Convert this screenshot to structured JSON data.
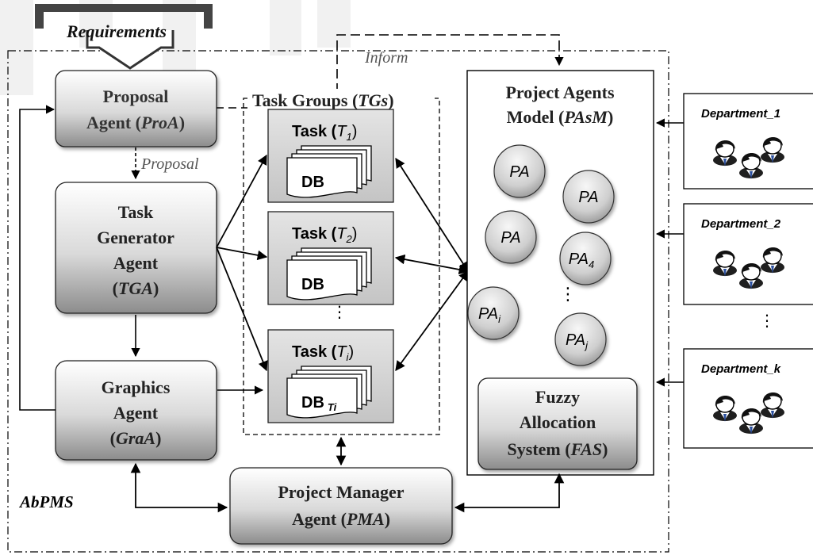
{
  "requirements": "Requirements",
  "inform": "Inform",
  "proposal_label": "Proposal",
  "system_name": "AbPMS",
  "proposal_agent": {
    "l1": "Proposal",
    "l2a": "Agent (",
    "l2b": "ProA",
    "l2c": ")"
  },
  "task_generator_agent": {
    "l1": "Task",
    "l2": "Generator",
    "l3": "Agent",
    "l4a": "(",
    "l4b": "TGA",
    "l4c": ")"
  },
  "graphics_agent": {
    "l1": "Graphics",
    "l2": "Agent",
    "l3a": "(",
    "l3b": "GraA",
    "l3c": ")"
  },
  "project_manager_agent": {
    "l1": "Project Manager",
    "l2a": "Agent (",
    "l2b": "PMA",
    "l2c": ")"
  },
  "task_groups": {
    "a": "Task Groups (",
    "b": "TGs",
    "c": ")"
  },
  "tasks": [
    {
      "word": "Task (",
      "var": "T",
      "sub": "1",
      "close": ")",
      "db": "DB",
      "dbsub": ""
    },
    {
      "word": "Task (",
      "var": "T",
      "sub": "2",
      "close": ")",
      "db": "DB",
      "dbsub": ""
    },
    {
      "word": "Task (",
      "var": "T",
      "sub": "i",
      "close": ")",
      "db": "DB",
      "dbsub": "Ti"
    }
  ],
  "ellipsis": "⋮",
  "pasm": {
    "l1": "Project Agents",
    "l2a": "Model (",
    "l2b": "PAsM",
    "l2c": ")"
  },
  "pa_nodes": [
    {
      "base": "PA",
      "sub": ""
    },
    {
      "base": "PA",
      "sub": ""
    },
    {
      "base": "PA",
      "sub": ""
    },
    {
      "base": "PA",
      "sub": "4"
    },
    {
      "base": "PA",
      "sub": "i"
    },
    {
      "base": "PA",
      "sub": "j"
    }
  ],
  "fas": {
    "l1": "Fuzzy",
    "l2": "Allocation",
    "l3a": "System (",
    "l3b": "FAS",
    "l3c": ")"
  },
  "departments": [
    "Department_1",
    "Department_2",
    "Department_k"
  ]
}
